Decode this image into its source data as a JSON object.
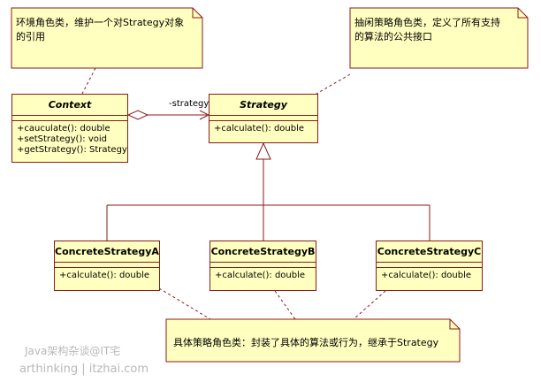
{
  "notes": {
    "context_note": [
      "环境角色类，维护一个对Strategy对象",
      "的引用"
    ],
    "strategy_note": [
      "抽闲策略角色类，定义了所有支持",
      "的算法的公共接口"
    ],
    "concrete_note": "具体策略角色类：封装了具体的算法或行为，继承于Strategy"
  },
  "classes": {
    "context": {
      "name": "Context",
      "operations": [
        "+cauculate(): double",
        "+setStrategy(): void",
        "+getStrategy(): Strategy"
      ]
    },
    "strategy": {
      "name": "Strategy",
      "operations": [
        "+calculate(): double"
      ]
    },
    "concrete_a": {
      "name": "ConcreteStrategyA",
      "operations": [
        "+calculate(): double"
      ]
    },
    "concrete_b": {
      "name": "ConcreteStrategyB",
      "operations": [
        "+calculate(): double"
      ]
    },
    "concrete_c": {
      "name": "ConcreteStrategyC",
      "operations": [
        "+calculate(): double"
      ]
    }
  },
  "association": {
    "role": "-strategy"
  },
  "watermarks": {
    "line1": "Java架构杂谈@IT宅",
    "line2": "arthinking | itzhai.com"
  }
}
